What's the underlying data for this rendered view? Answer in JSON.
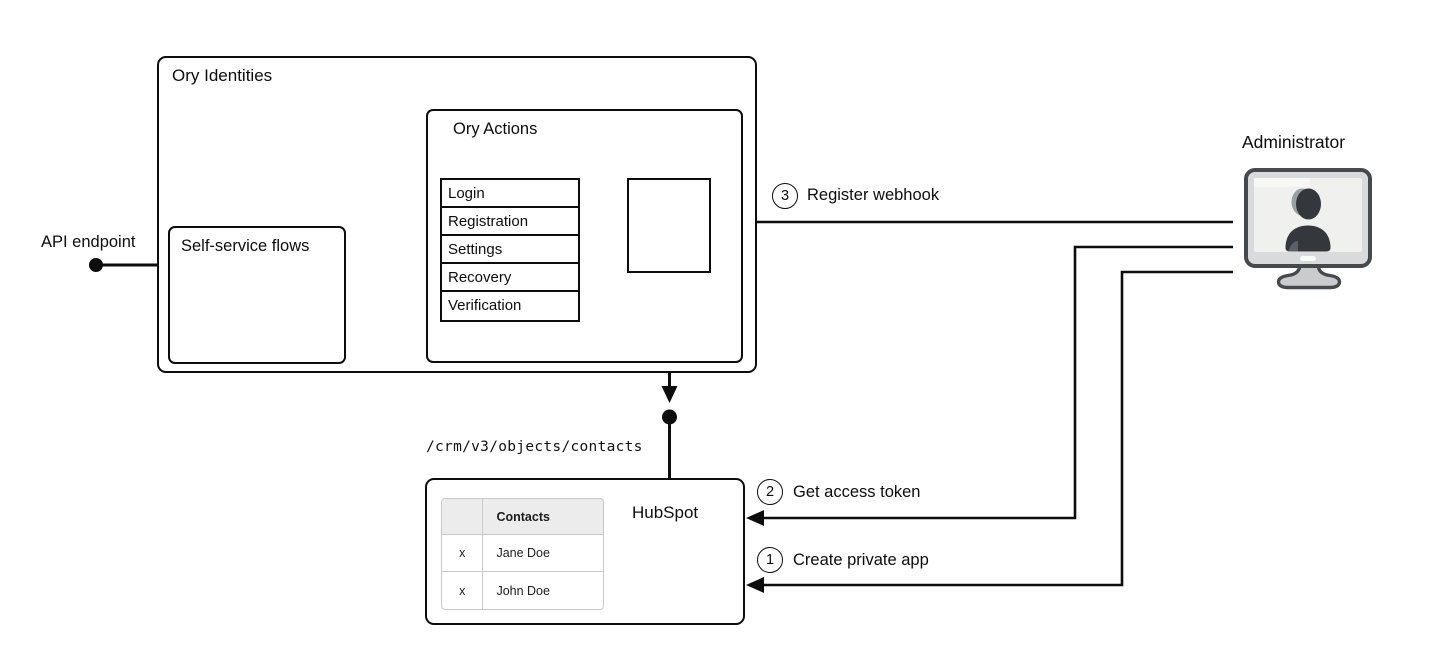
{
  "diagram": {
    "ory_identities": {
      "title": "Ory Identities",
      "self_service_flows": {
        "label": "Self-service flows"
      },
      "ory_actions": {
        "title": "Ory Actions",
        "flows": [
          "Login",
          "Registration",
          "Settings",
          "Recovery",
          "Verification"
        ]
      }
    },
    "api_endpoint": {
      "label": "API endpoint"
    },
    "hubspot": {
      "title": "HubSpot",
      "endpoint_path": "/crm/v3/objects/contacts",
      "table": {
        "headers": [
          "",
          "Contacts"
        ],
        "rows": [
          [
            "x",
            "Jane Doe"
          ],
          [
            "x",
            "John Doe"
          ]
        ]
      }
    },
    "administrator": {
      "label": "Administrator",
      "icon": "monitor-user-icon"
    },
    "steps": [
      {
        "number": "1",
        "label": "Create private app"
      },
      {
        "number": "2",
        "label": "Get access token"
      },
      {
        "number": "3",
        "label": "Register webhook"
      }
    ],
    "colors": {
      "line": "#0d0d0d",
      "monitor_frame": "#d8dadb",
      "monitor_outline": "#46494d",
      "monitor_screen": "#f0f0ef",
      "silhouette": "#34383d",
      "silhouette_highlight": "#9aa0a4",
      "table_header_bg": "#ececec",
      "table_border": "#c8c8c8"
    }
  }
}
